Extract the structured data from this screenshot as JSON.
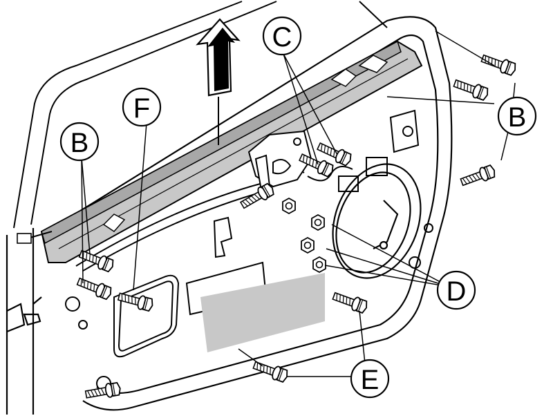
{
  "callouts": {
    "c": "C",
    "f": "F",
    "b_left": "B",
    "b_right": "B",
    "d": "D",
    "e": "E"
  },
  "colors": {
    "ink": "#000000",
    "paper": "#ffffff",
    "shade": "#c8c8c8",
    "shade_dark": "#a8a8a8"
  },
  "icons": {
    "arrow": "up-arrow-icon",
    "bolt": "flange-bolt-icon"
  }
}
